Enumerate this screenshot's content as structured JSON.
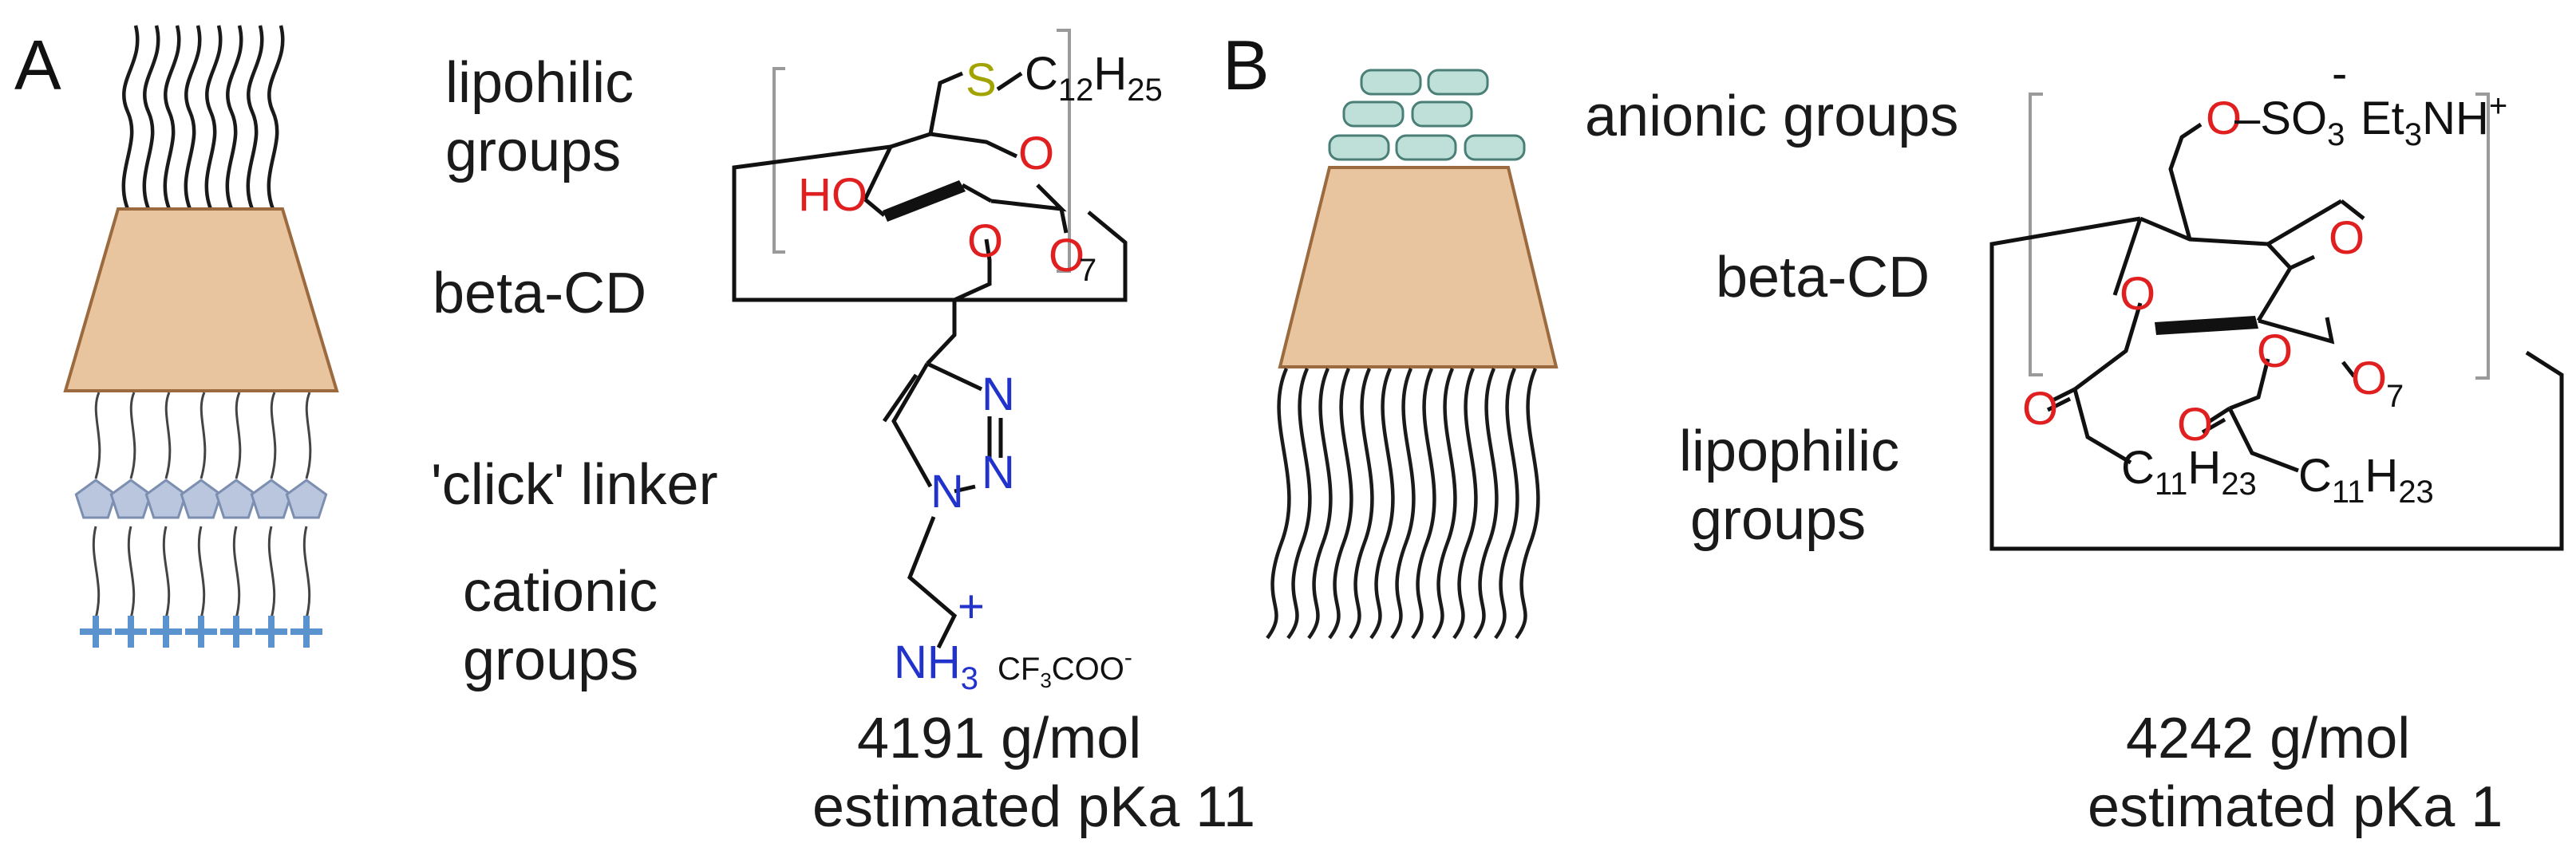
{
  "panels": {
    "a": {
      "letter": "A",
      "labels": [
        "lipohilic",
        "groups",
        "beta-CD",
        "'click' linker",
        "cationic",
        "groups"
      ],
      "mass": "4191 g/mol",
      "pka": "estimated pKa 11"
    },
    "b": {
      "letter": "B",
      "labels": [
        "anionic groups",
        "beta-CD",
        "lipophilic",
        "groups"
      ],
      "mass": "4242 g/mol",
      "pka": "estimated pKa 1"
    }
  },
  "structure_a": {
    "sulfur": "S",
    "hydroxyl": "HO",
    "ring_oxygen": "O",
    "link_oxygen": "O",
    "glyco_oxygen": "O",
    "chain": "C",
    "chain_n1": "12",
    "chain_h": "H",
    "chain_n2": "25",
    "repeat": "7",
    "n1": "N",
    "n2": "N",
    "n3": "N",
    "amine": "NH",
    "amine_sub": "3",
    "amine_charge": "+",
    "counterion": "CF",
    "counterion_sub": "3",
    "counterion_rest": "COO",
    "counterion_charge": "-"
  },
  "structure_b": {
    "sulfate": "O",
    "sulfate_dash": "–SO",
    "sulfate_sub": "3",
    "charge": "-",
    "cation": "Et",
    "cation_sub": "3",
    "cation_rest": "NH",
    "cation_charge": "+",
    "ring_oxygen": "O",
    "glyco_oxygen": "O",
    "ester_o1": "O",
    "ester_o2": "O",
    "carbonyl_o1": "O",
    "carbonyl_o2": "O",
    "chain1": "C",
    "chain1_n": "11",
    "chain1_h": "H",
    "chain1_hn": "23",
    "chain2": "C",
    "chain2_n": "11",
    "chain2_h": "H",
    "chain2_hn": "23",
    "repeat": "7"
  },
  "colors": {
    "cd_fill": "#e8c59f",
    "cd_edge": "#9b6a3e",
    "pentagon_fill": "#b9c6dd",
    "pentagon_edge": "#7d8fb0",
    "plus": "#5b93cf",
    "anion_fill": "#bfe0d8",
    "anion_edge": "#4a7f77",
    "oxygen": "#e02020",
    "nitrogen": "#2233cc",
    "sulfur": "#a3a300"
  }
}
